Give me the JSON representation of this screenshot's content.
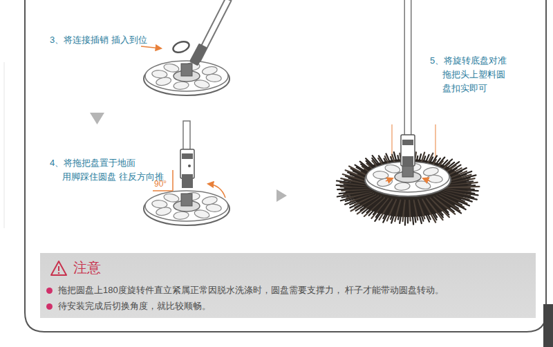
{
  "diagram": {
    "nodes": [
      {
        "text": [
          "注意",
          "拖把圆盘上180度旋转件直立紧属正常因脱水洗涤时，圆盘需要支撑力， 杆子才能带动圆盘转动。",
          "待安装完成后切换角度，就比较顺畅。"
        ]
      }
    ],
    "labels": [
      "3、将连接插销 插入到位",
      "5、将旋转底盘对准 拖把头上塑料圆 盘扣实即可",
      "4、将拖把盘置于地面 用脚踩住圆盘 往反方向推",
      "90°"
    ]
  }
}
